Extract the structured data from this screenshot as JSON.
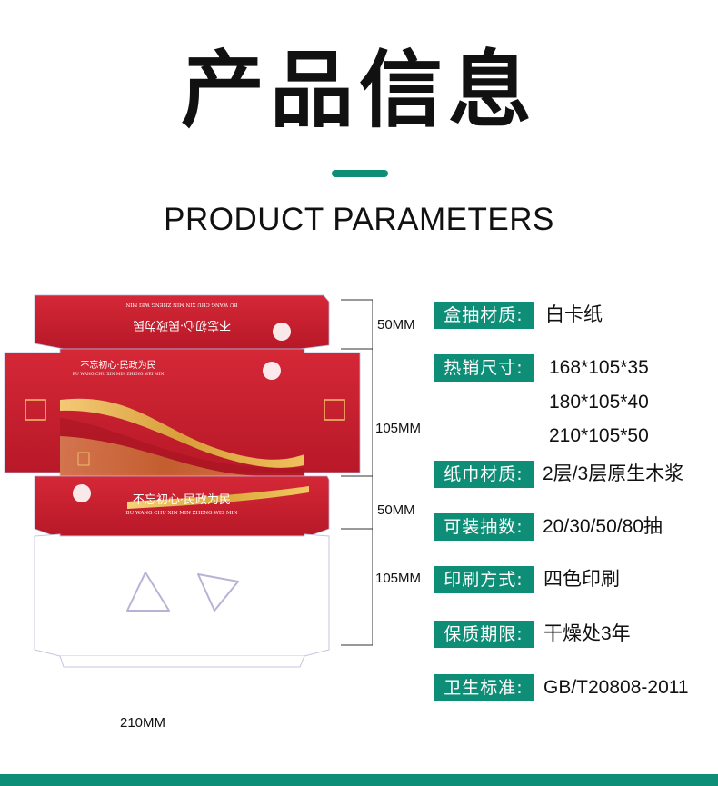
{
  "header": {
    "title_cn": "产品信息",
    "title_en": "PRODUCT PARAMETERS"
  },
  "diagram": {
    "dimensions": {
      "top_flap": "50MM",
      "top_face": "105MM",
      "front_face": "50MM",
      "bottom_face": "105MM",
      "width": "210MM"
    },
    "print_text": {
      "slogan": "不忘初心·民政为民",
      "slogan_pinyin": "BU WANG CHU XIN MIN ZHENG WEI MIN"
    }
  },
  "params": [
    {
      "label": "盒抽材质:",
      "values": [
        "白卡纸"
      ]
    },
    {
      "label": "热销尺寸:",
      "values": [
        "168*105*35",
        "180*105*40",
        "210*105*50"
      ]
    },
    {
      "label": "纸巾材质:",
      "values": [
        "2层/3层原生木浆"
      ]
    },
    {
      "label": "可装抽数:",
      "values": [
        "20/30/50/80抽"
      ]
    },
    {
      "label": "印刷方式:",
      "values": [
        "四色印刷"
      ]
    },
    {
      "label": "保质期限:",
      "values": [
        "干燥处3年"
      ]
    },
    {
      "label": "卫生标准:",
      "values": [
        "GB/T20808-2011"
      ]
    }
  ],
  "colors": {
    "accent": "#0e8e77",
    "box_red": "#c8202e",
    "gold": "#d9a53a"
  }
}
